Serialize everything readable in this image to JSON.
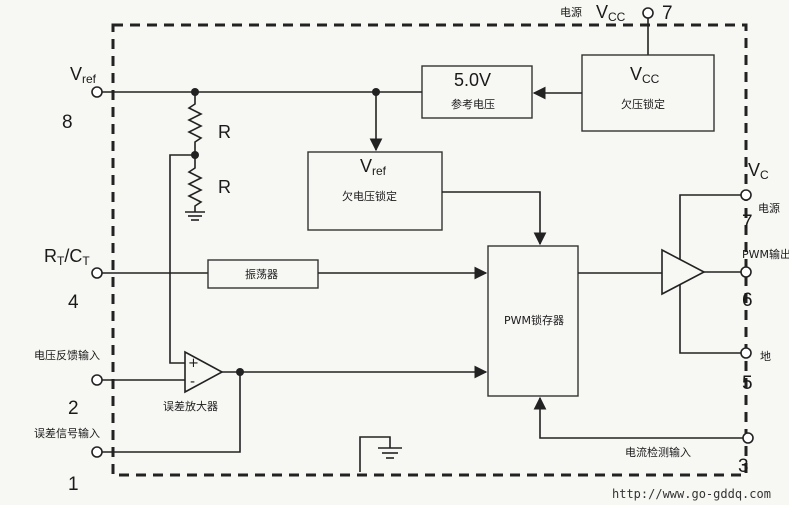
{
  "pins": {
    "vcc": {
      "name_main": "V",
      "name_sub": "CC",
      "number": "7",
      "cn": "电源"
    },
    "vref": {
      "name_main": "V",
      "name_sub": "ref",
      "number": "8"
    },
    "rtct": {
      "name_main": "R",
      "sub1": "T",
      "slash": "/C",
      "sub2": "T",
      "number": "4"
    },
    "fb": {
      "number": "2",
      "cn": "电压反馈输入"
    },
    "comp": {
      "number": "1",
      "cn": "误差信号输入"
    },
    "vc": {
      "name_main": "V",
      "name_sub": "C",
      "number": "7",
      "cn": "电源"
    },
    "out": {
      "number": "6",
      "cn": "PWM输出"
    },
    "gnd": {
      "number": "5",
      "cn": "地"
    },
    "isense": {
      "number": "3",
      "cn": "电流检测输入"
    }
  },
  "blocks": {
    "ref5v": {
      "value": "5.0V",
      "cn": "参考电压"
    },
    "uvlo_vcc": {
      "name_main": "V",
      "name_sub": "CC",
      "cn": "欠压锁定"
    },
    "uvlo_vref": {
      "name_main": "V",
      "name_sub": "ref",
      "cn": "欠电压锁定"
    },
    "osc": {
      "cn": "振荡器"
    },
    "latch": {
      "cn": "PWM锁存器"
    },
    "erramp": {
      "cn": "误差放大器",
      "plus": "+",
      "minus": "-"
    },
    "divider": {
      "r1": "R",
      "r2": "R"
    }
  },
  "footer": {
    "url": "http://www.go-gddq.com"
  }
}
